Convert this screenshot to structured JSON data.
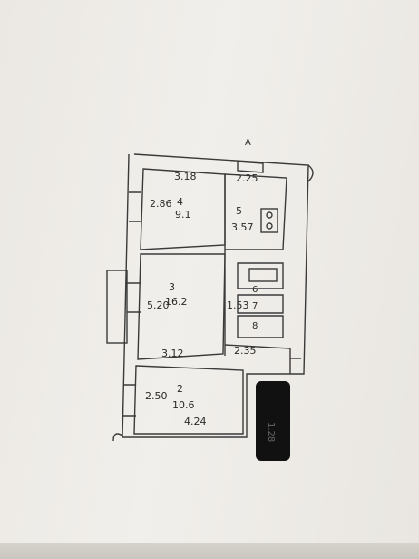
{
  "document": {
    "type": "floor plan (apartment)",
    "page_mark": "A"
  },
  "rooms": [
    {
      "number": "4",
      "area": "9.1",
      "width": "3.18",
      "length": "2.86"
    },
    {
      "number": "5",
      "area": "",
      "width": "2.25",
      "length": "3.57"
    },
    {
      "number": "3",
      "area": "16.2",
      "width": "3.12",
      "length": "5.20"
    },
    {
      "number": "6",
      "area": ""
    },
    {
      "number": "7",
      "area": ""
    },
    {
      "number": "8",
      "area": ""
    },
    {
      "number": "2",
      "area": "10.6",
      "width": "4.24",
      "length": "2.50"
    }
  ],
  "dimensions": {
    "corridor_width": "1.53",
    "hall_width": "2.35"
  },
  "redaction": {
    "partial_text": "1.28"
  }
}
